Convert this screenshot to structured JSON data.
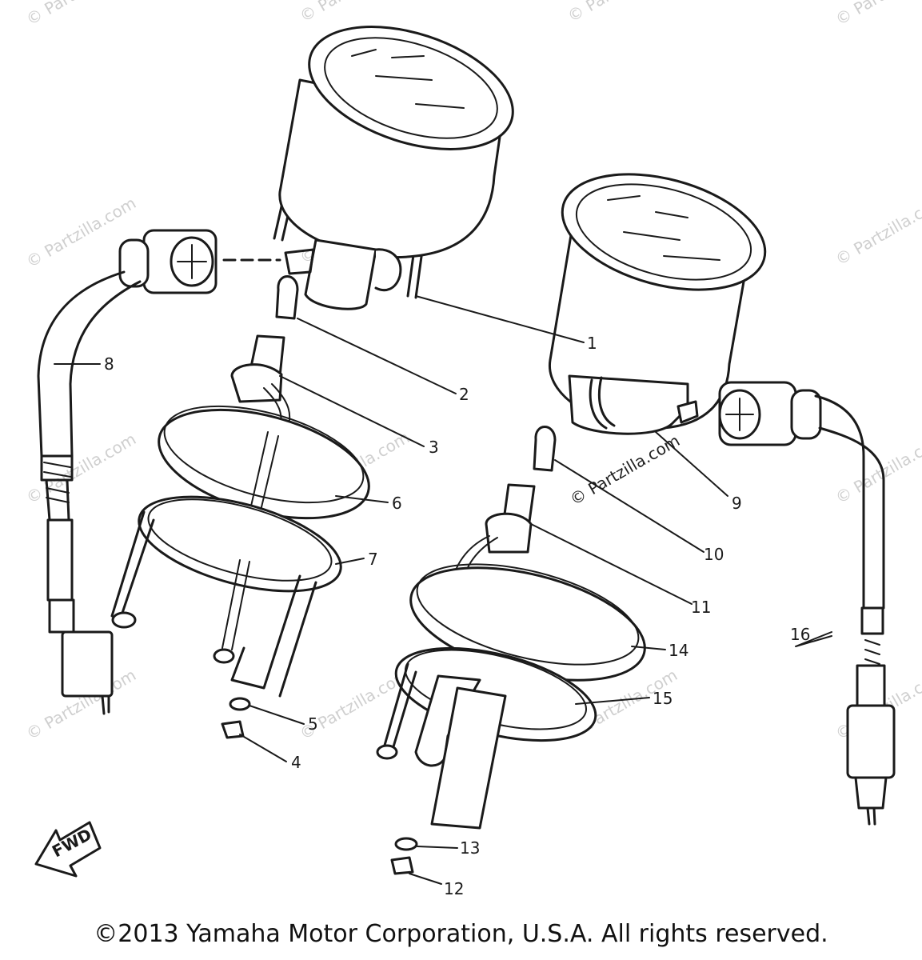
{
  "diagram": {
    "watermark": "© Partzilla.com",
    "watermark_center": "© Partzilla.com",
    "fwd_label": "FWD",
    "part_labels": [
      {
        "num": "1"
      },
      {
        "num": "2"
      },
      {
        "num": "3"
      },
      {
        "num": "4"
      },
      {
        "num": "5"
      },
      {
        "num": "6"
      },
      {
        "num": "7"
      },
      {
        "num": "8"
      },
      {
        "num": "9"
      },
      {
        "num": "10"
      },
      {
        "num": "11"
      },
      {
        "num": "12"
      },
      {
        "num": "13"
      },
      {
        "num": "14"
      },
      {
        "num": "15"
      },
      {
        "num": "16"
      }
    ]
  },
  "footer": {
    "copyright": "©2013  Yamaha Motor Corporation, U.S.A. All rights reserved."
  }
}
